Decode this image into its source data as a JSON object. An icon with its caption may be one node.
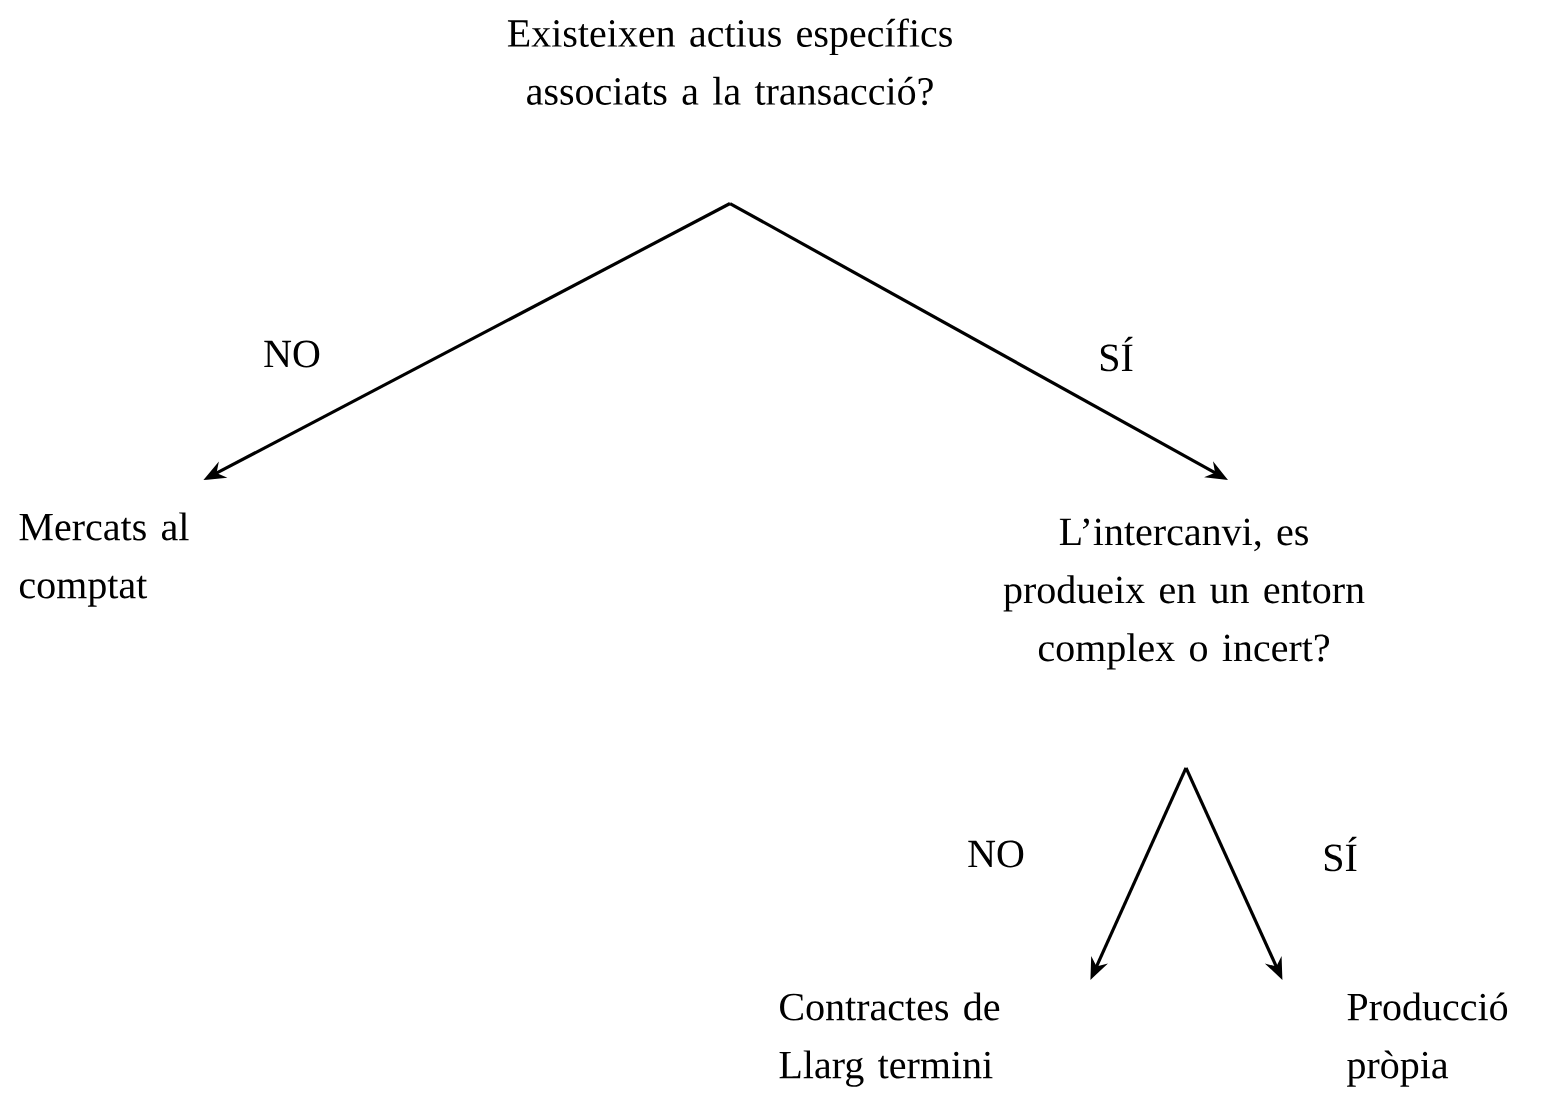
{
  "diagram": {
    "nodes": [
      {
        "text": [
          "Existeixen actius específics associats a la transacció?"
        ]
      },
      {
        "text": [
          "Mercats al comptat"
        ]
      },
      {
        "text": [
          "L’intercanvi, es produeix en un entorn complex o incert?"
        ]
      },
      {
        "text": [
          "Contractes de Llarg termini"
        ]
      },
      {
        "text": [
          "Producció pròpia"
        ]
      }
    ],
    "edges": [
      {
        "from": 0,
        "to": 1,
        "arrow": "to",
        "label": "NO"
      },
      {
        "from": 0,
        "to": 2,
        "arrow": "to",
        "label": "SÍ"
      },
      {
        "from": 2,
        "to": 3,
        "arrow": "to",
        "label": "NO"
      },
      {
        "from": 2,
        "to": 4,
        "arrow": "to",
        "label": "SÍ"
      }
    ]
  }
}
